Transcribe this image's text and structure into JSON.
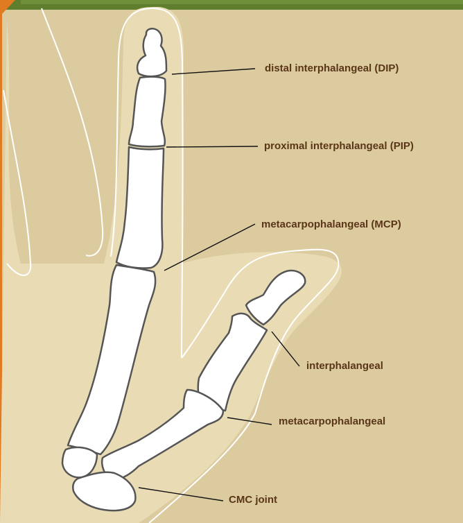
{
  "diagram": {
    "colors": {
      "background": "#dccb9f",
      "top_bar": "#5f7f2f",
      "accent": "#e07b22",
      "label_text": "#5a3518",
      "bone_fill": "#ffffff",
      "bone_stroke": "#555555",
      "outline": "#ffffff",
      "leader_line": "#111111"
    },
    "labels": {
      "dip": "distal interphalangeal (DIP)",
      "pip": "proximal interphalangeal (PIP)",
      "mcp": "metacarpophalangeal (MCP)",
      "thumb_ip": "interphalangeal",
      "thumb_mcp": "metacarpophalangeal",
      "cmc": "CMC joint"
    }
  }
}
